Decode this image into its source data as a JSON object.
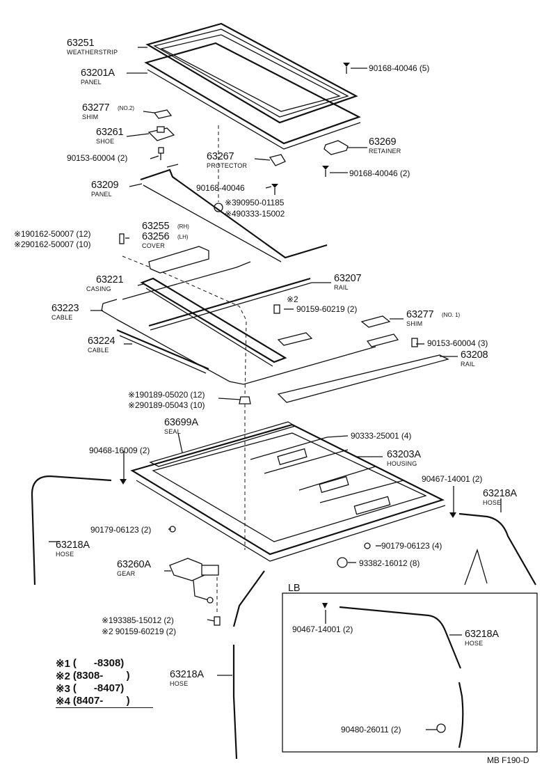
{
  "labels": {
    "p63251": "63251",
    "n_weatherstrip": "WEATHERSTRIP",
    "p63201a": "63201A",
    "n_panel1": "PANEL",
    "p63277_2": "63277",
    "s_no2": "(NO.2)",
    "n_shim1": "SHIM",
    "p63261": "63261",
    "n_shoe": "SHOE",
    "r90153_2": "90153-60004 (2)",
    "r90168_5": "90168-40046 (5)",
    "p63269": "63269",
    "n_retainer": "RETAINER",
    "p63267": "63267",
    "n_protector": "PROTECTOR",
    "r90168_2": "90168-40046 (2)",
    "p63209": "63209",
    "n_panel2": "PANEL",
    "r90168_single": "90168-40046",
    "r90950": "※390950-01185",
    "r90333_15002": "※490333-15002",
    "r90162_12": "※190162-50007 (12)",
    "r90162_10": "※290162-50007 (10)",
    "p63255": "63255",
    "s_rh": "(RH)",
    "p63256": "63256",
    "s_lh": "(LH)",
    "n_cover": "COVER",
    "p63221": "63221",
    "n_casing": "CASING",
    "p63207": "63207",
    "n_rail1": "RAIL",
    "p63223": "63223",
    "n_cable1": "CABLE",
    "m_star2": "※2",
    "r90159_2": "90159-60219 (2)",
    "p63277_1": "63277",
    "s_no1": "(NO. 1)",
    "n_shim2": "SHIM",
    "p63224": "63224",
    "n_cable2": "CABLE",
    "r90153_3": "90153-60004 (3)",
    "p63208": "63208",
    "n_rail2": "RAIL",
    "r90189_12": "※190189-05020 (12)",
    "r90189_10": "※290189-05043 (10)",
    "p63699a": "63699A",
    "n_seal": "SEAL",
    "r90333_25001": "90333-25001 (4)",
    "r90468": "90468-16009 (2)",
    "p63203a": "63203A",
    "n_housing": "HOUSING",
    "r90467_r": "90467-14001 (2)",
    "p63218a_r": "63218A",
    "n_hose_r": "HOSE",
    "r90179_l": "90179-06123 (2)",
    "r90179_r": "90179-06123 (4)",
    "p63218a_l": "63218A",
    "n_hose_l": "HOSE",
    "r93382": "93382-16012 (8)",
    "p63260a": "63260A",
    "n_gear": "GEAR",
    "r93385": "※193385-15012 (2)",
    "r90159_b": "※2 90159-60219 (2)",
    "p63218a_b": "63218A",
    "n_hose_b": "HOSE",
    "lb_title": "LB",
    "r90467_lb": "90467-14001 (2)",
    "p63218a_lb": "63218A",
    "n_hose_lb": "HOSE",
    "r90480": "90480-26011 (2)",
    "footer": "MB  F190-D"
  },
  "legend": [
    {
      "mark": "※1",
      "range": "(      -8308)"
    },
    {
      "mark": "※2",
      "range": "(8308-        )"
    },
    {
      "mark": "※3",
      "range": "(      -8407)"
    },
    {
      "mark": "※4",
      "range": "(8407-        )"
    }
  ]
}
